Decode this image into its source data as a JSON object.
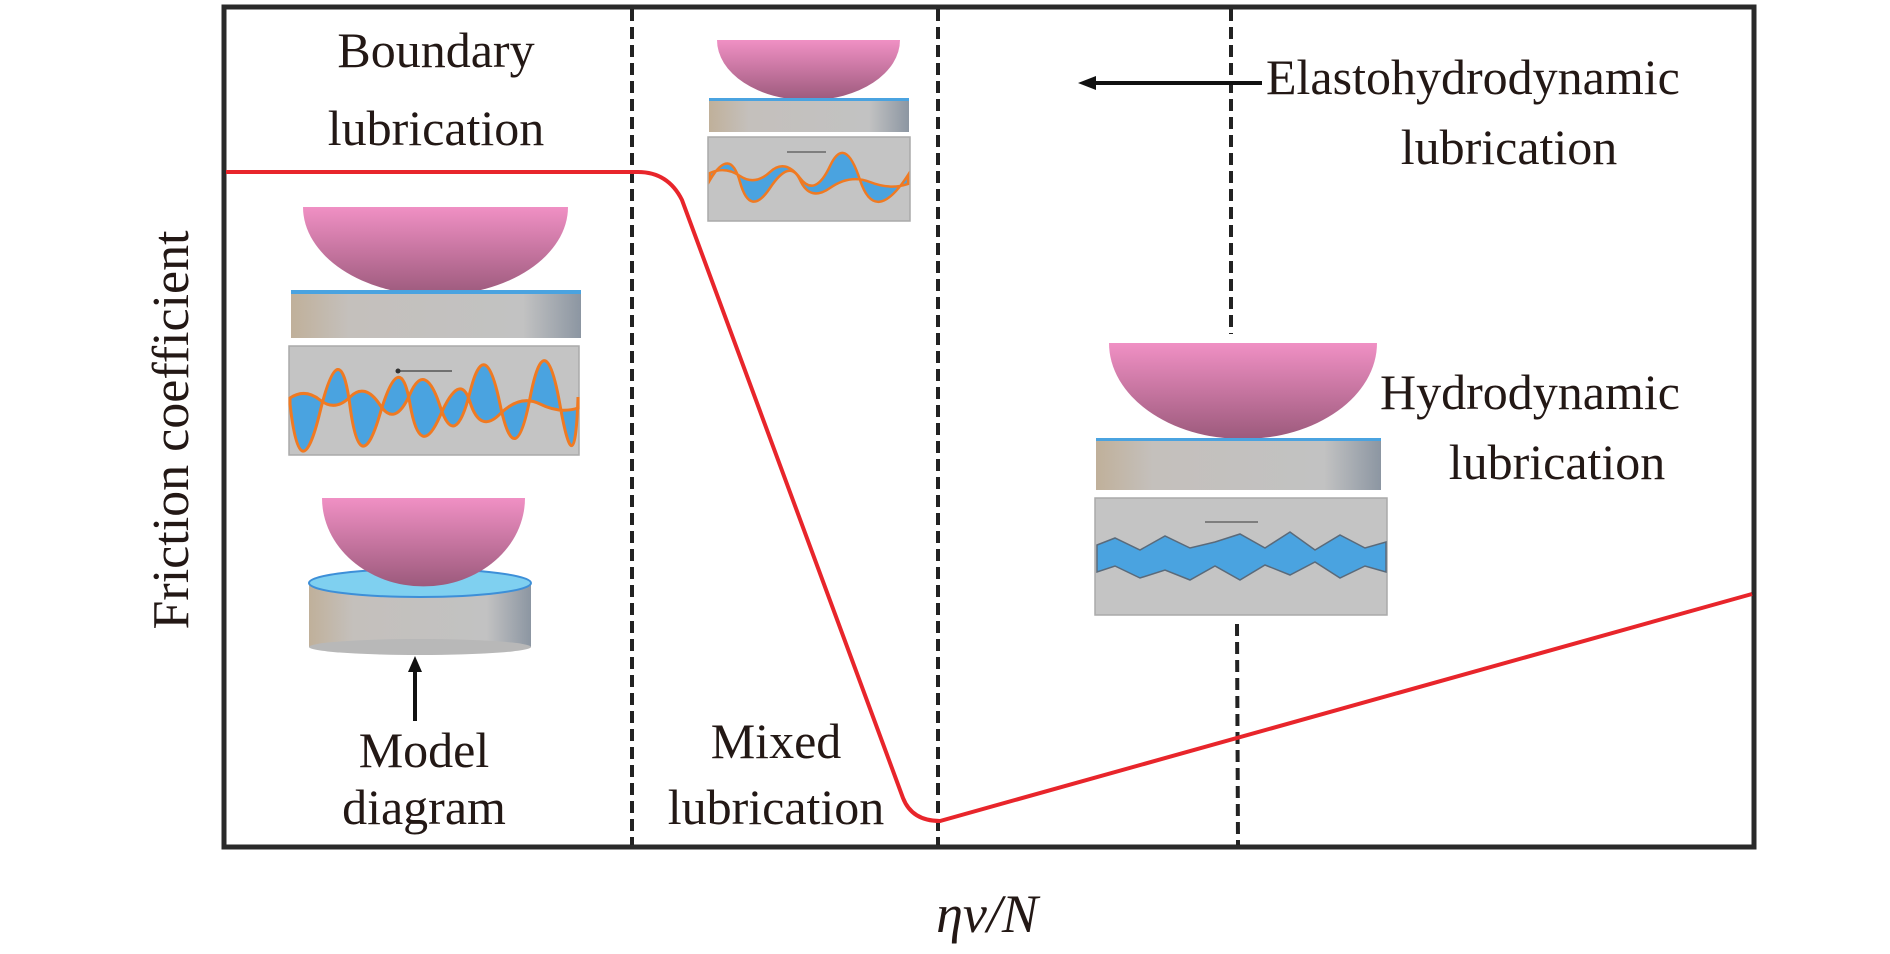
{
  "axes": {
    "y_label": "Friction coefficient",
    "x_label": "ηv/N"
  },
  "regions": {
    "boundary": {
      "line1": "Boundary",
      "line2": "lubrication"
    },
    "model": {
      "line1": "Model",
      "line2": "diagram"
    },
    "mixed": {
      "line1": "Mixed",
      "line2": "lubrication"
    },
    "ehl": {
      "line1": "Elastohydrodynamic",
      "line2": "lubrication"
    },
    "hydro": {
      "line1": "Hydrodynamic",
      "line2": "lubrication"
    }
  },
  "colors": {
    "curve": "#e8252b",
    "ball": "#c86a98",
    "film": "#4aa3e0",
    "asperity_edge": "#f07a22",
    "substrate": "#c4c4c4"
  }
}
